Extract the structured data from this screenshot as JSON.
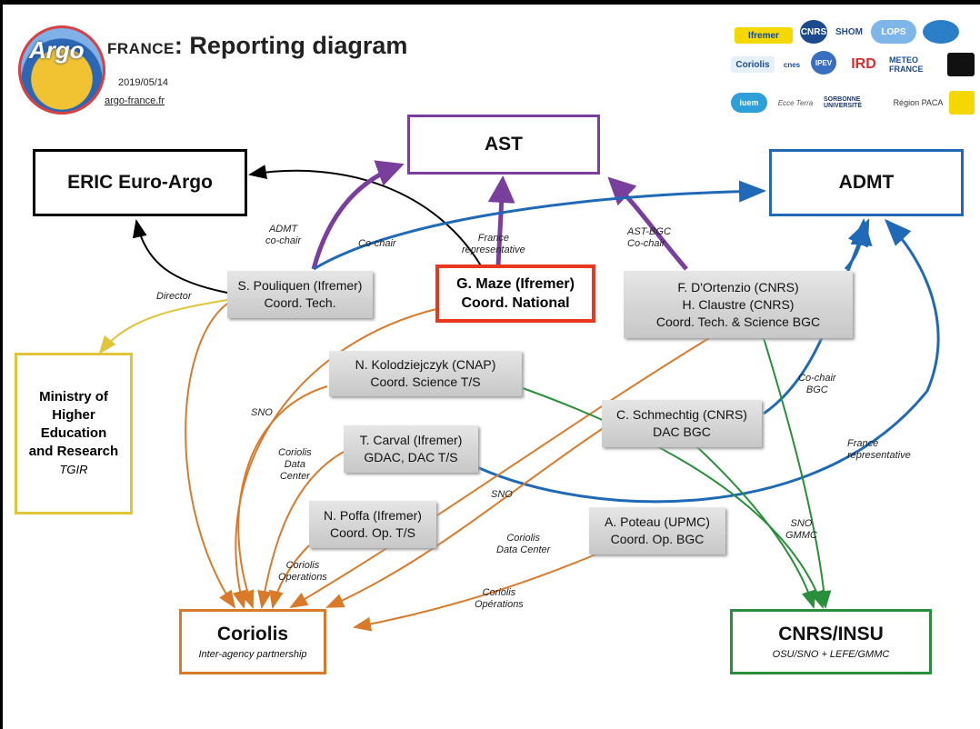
{
  "header": {
    "logo_text": "Argo",
    "title_prefix": "FRANCE",
    "title": ": Reporting diagram",
    "date": "2019/05/14",
    "site": "argo-france.fr"
  },
  "partner_logos": [
    "Ifremer",
    "CNRS",
    "SHOM",
    "LOPS",
    "Coriolis",
    "cnes",
    "IPEV",
    "IRD",
    "METEO FRANCE",
    "iuem",
    "Ecce Terra",
    "SORBONNE UNIVERSITÉ",
    "Région PACA"
  ],
  "colors": {
    "black": "#000000",
    "purple": "#7a3e9d",
    "blue": "#1f69b6",
    "orange": "#d97a2b",
    "green": "#2a8f3b",
    "red": "#e8391f",
    "yellow": "#e0c43a"
  },
  "nodes": {
    "ast": "AST",
    "eric": "ERIC Euro-Argo",
    "admt": "ADMT",
    "pouliquen": [
      "S. Pouliquen (Ifremer)",
      "Coord. Tech."
    ],
    "maze": [
      "G. Maze (Ifremer)",
      "Coord. National"
    ],
    "dortenzio": [
      "F. D'Ortenzio (CNRS)",
      "H. Claustre (CNRS)",
      "Coord. Tech. & Science BGC"
    ],
    "ministry": [
      "Ministry of",
      "Higher",
      "Education",
      "and Research"
    ],
    "ministry_sub": "TGIR",
    "kolodziejczyk": [
      "N. Kolodziejczyk (CNAP)",
      "Coord. Science T/S"
    ],
    "schmechtig": [
      "C. Schmechtig (CNRS)",
      "DAC BGC"
    ],
    "carval": [
      "T. Carval (Ifremer)",
      "GDAC, DAC T/S"
    ],
    "poffa": [
      "N. Poffa (Ifremer)",
      "Coord. Op. T/S"
    ],
    "poteau": [
      "A. Poteau (UPMC)",
      "Coord. Op. BGC"
    ],
    "coriolis": "Coriolis",
    "coriolis_sub": "Inter-agency partnership",
    "cnrs": "CNRS/INSU",
    "cnrs_sub": "OSU/SNO + LEFE/GMMC"
  },
  "edge_labels": {
    "admt_cochair": [
      "ADMT",
      "co-chair"
    ],
    "cochair": "Co-chair",
    "france_rep": [
      "France",
      "representative"
    ],
    "astbgc": [
      "AST-BGC",
      "Co-chair"
    ],
    "director": "Director",
    "sno_left": "SNO",
    "coriolis_dc_left": [
      "Coriolis",
      "Data",
      "Center"
    ],
    "coriolis_ops_left": [
      "Coriolis",
      "Operations"
    ],
    "sno_mid": "SNO",
    "coriolis_dc_mid": [
      "Coriolis",
      "Data Center"
    ],
    "coriolis_ops_mid": [
      "Coriolis",
      "Opérations"
    ],
    "cochair_bgc": [
      "Co-chair",
      "BGC"
    ],
    "france_rep_right": [
      "France",
      "representative"
    ],
    "sno_gmmc": [
      "SNO",
      "GMMC"
    ]
  }
}
